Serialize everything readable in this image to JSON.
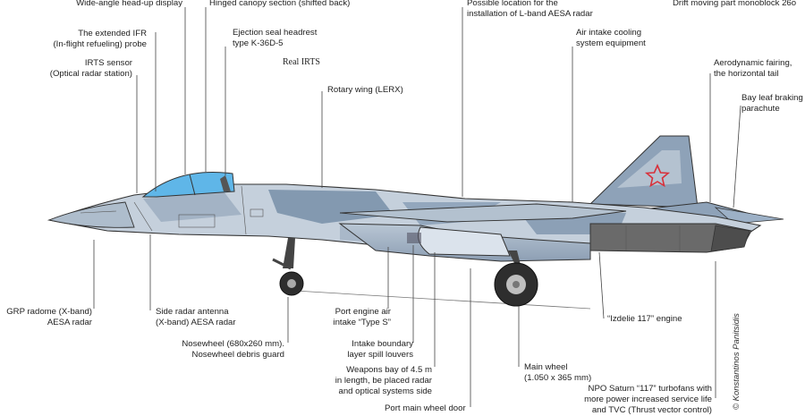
{
  "labels": {
    "hud": [
      "Wide-angle head-up display"
    ],
    "canopy": [
      "Hinged canopy section (shifted back)"
    ],
    "aesa_l": [
      "Possible location for the",
      "installation of L-band AESA radar"
    ],
    "monoblock": [
      "Drift moving part monoblock 26o"
    ],
    "ifr": [
      "The extended IFR",
      "(In-flight refueling) probe"
    ],
    "seat": [
      "Ejection seal headrest",
      "type K-36D-5"
    ],
    "cooling": [
      "Air intake cooling",
      "system equipment"
    ],
    "fairing": [
      "Aerodynamic fairing,",
      "the horizontal tail"
    ],
    "irts": [
      "IRTS sensor",
      "(Optical radar station)"
    ],
    "real_irts": [
      "Real IRTS"
    ],
    "lerx": [
      "Rotary wing (LERX)"
    ],
    "chute": [
      "Bay leaf braking",
      "parachute"
    ],
    "radome": [
      "GRP radome (X-band)",
      "AESA radar"
    ],
    "side_radar": [
      "Side radar antenna",
      "(X-band) AESA radar"
    ],
    "intake": [
      "Port engine air",
      "intake “Type S”"
    ],
    "engine": [
      "“Izdelie 117” engine"
    ],
    "nosewheel": [
      "Nosewheel (680x260 mm).",
      "Nosewheel debris guard"
    ],
    "louvers": [
      "Intake boundary",
      "layer spill louvers"
    ],
    "weapons": [
      "Weapons bay of 4.5 m",
      "in length, be placed radar",
      "and optical systems side"
    ],
    "mainwheel": [
      "Main wheel",
      "(1.050 x 365 mm)"
    ],
    "turbofans": [
      "NPO Saturn “117” turbofans with",
      "more power increased service life",
      "and TVC (Thrust vector control)"
    ],
    "door": [
      "Port main wheel door"
    ]
  },
  "credit": "© Konstantinos Panitsidis",
  "colors": {
    "camo_light": "#c8d3de",
    "camo_mid": "#9eb0c4",
    "camo_dark": "#7488a0",
    "nozzle": "#6a6a6a",
    "canopy": "#5fb6e8",
    "star": "#d8303a",
    "line": "#333333"
  }
}
